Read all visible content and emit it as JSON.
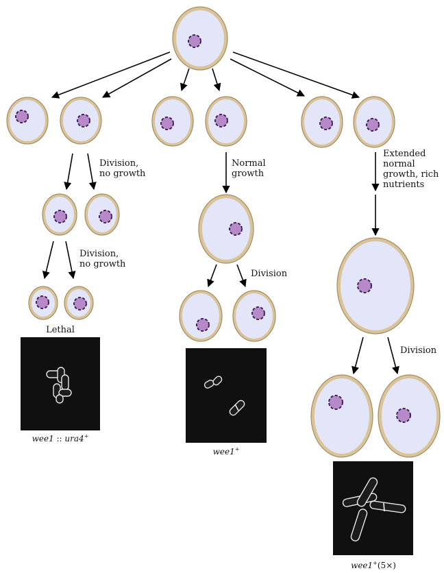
{
  "labels": {
    "division_no_growth": [
      "Division,",
      "no growth"
    ],
    "normal_growth": [
      "Normal",
      "growth"
    ],
    "extended_growth": [
      "Extended",
      "normal",
      "growth, rich",
      "nutrients"
    ],
    "division": "Division",
    "lethal": "Lethal"
  },
  "captions": {
    "mutant": {
      "gene": "wee1",
      "sep": " :: ",
      "marker": "ura4",
      "sup": "+"
    },
    "wild_type": {
      "gene": "wee1",
      "sup": "+"
    },
    "overexpression": {
      "gene": "wee1",
      "sup": "+",
      "suffix": "(5×)"
    }
  },
  "colors": {
    "cell_wall": "#d9c49a",
    "cytoplasm": "#e3e6f8",
    "nucleus": "#b58ac6",
    "nucleus_border": "#3e1e5e",
    "photo_background": "#101010"
  }
}
